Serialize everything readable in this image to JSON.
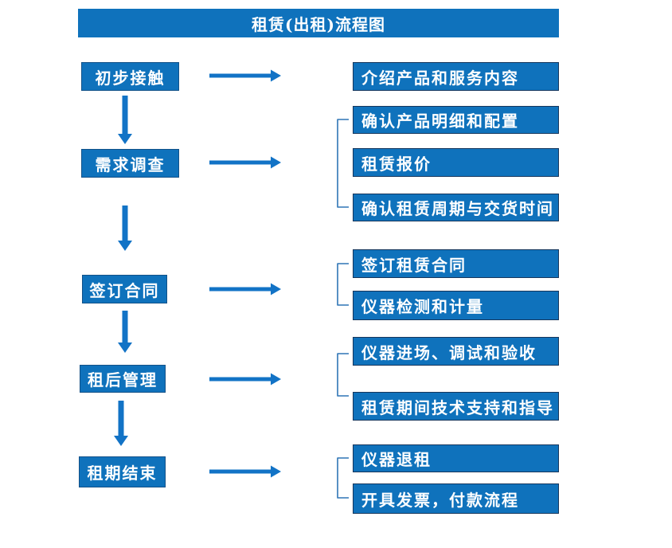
{
  "title": "租赁(出租)流程图",
  "colors": {
    "box_fill": "#0F72BC",
    "box_border": "#16365C",
    "arrow_color": "#1273C6",
    "bracket_color": "#2E75B6",
    "text_color": "#FFFFFF"
  },
  "stages": [
    {
      "label": "初步接触"
    },
    {
      "label": "需求调查"
    },
    {
      "label": "签订合同"
    },
    {
      "label": "租后管理"
    },
    {
      "label": "租期结束"
    }
  ],
  "details": [
    {
      "label": "介绍产品和服务内容",
      "stage": "初步接触"
    },
    {
      "label": "确认产品明细和配置",
      "stage": "需求调查"
    },
    {
      "label": "租赁报价",
      "stage": "需求调查"
    },
    {
      "label": "确认租赁周期与交货时间",
      "stage": "需求调查"
    },
    {
      "label": "签订租赁合同",
      "stage": "签订合同"
    },
    {
      "label": "仪器检测和计量",
      "stage": "签订合同"
    },
    {
      "label": "仪器进场、调试和验收",
      "stage": "租后管理"
    },
    {
      "label": "租赁期间技术支持和指导",
      "stage": "租后管理"
    },
    {
      "label": "仪器退租",
      "stage": "租期结束"
    },
    {
      "label": "开具发票，付款流程",
      "stage": "租期结束"
    }
  ]
}
